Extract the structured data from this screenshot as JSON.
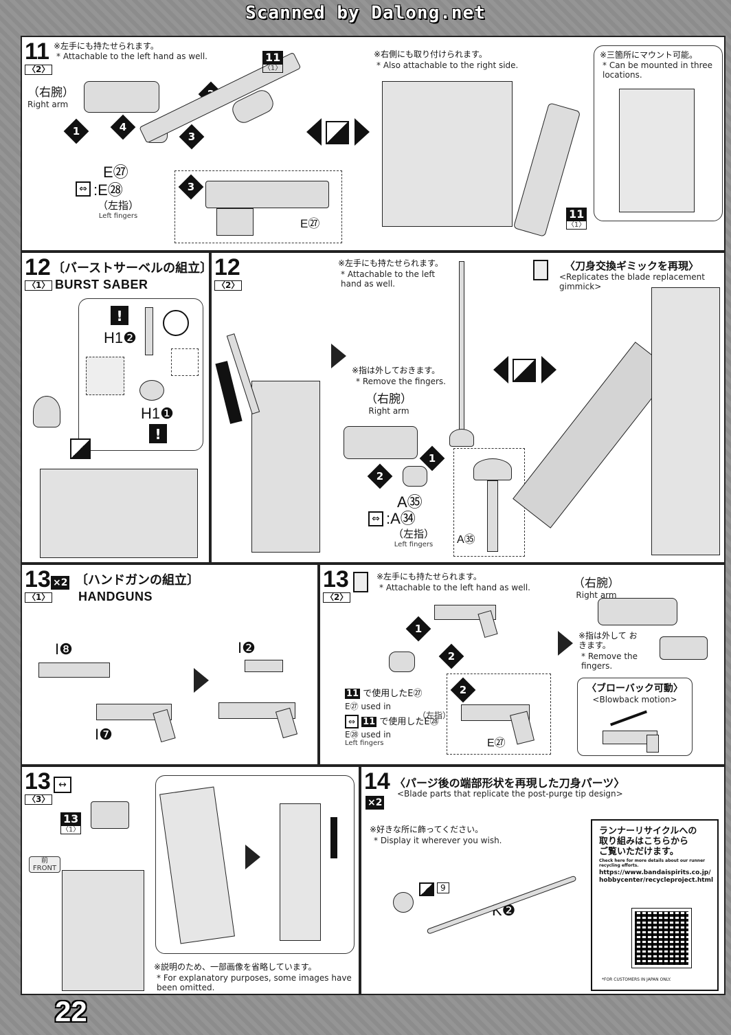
{
  "header": {
    "scanned": "Scanned by Dalong.net"
  },
  "page_number": "22",
  "step11_2": {
    "step": "11",
    "sub": "〈2〉",
    "note_jp": "※左手にも持たせられます。",
    "note_en": "* Attachable to the left hand as well.",
    "arm_jp": "（右腕）",
    "arm_en": "Right arm",
    "part1": "E㉗",
    "part2": ":E㉘",
    "fingers_jp": "（左指）",
    "fingers_en": "Left fingers",
    "ref_step": "11",
    "ref_sub": "〈1〉",
    "inset_part": "E㉗",
    "right_note_jp": "※右側にも取り付けられます。",
    "right_note_en": "* Also attachable to the right side.",
    "mount_jp": "※三箇所にマウント可能。",
    "mount_en": "* Can be mounted in three locations.",
    "ref2_step": "11",
    "ref2_sub": "〈1〉"
  },
  "step12_1": {
    "step": "12",
    "sub": "〈1〉",
    "title_jp": "〔バーストサーベルの組立〕",
    "title_en": "BURST SABER",
    "part1": "H1❷",
    "part2": "H1❶"
  },
  "step12_2": {
    "step": "12",
    "sub": "〈2〉",
    "note_jp": "※左手にも持たせられます。",
    "note_en": "* Attachable to the left hand as well.",
    "remove_jp": "※指は外しておきます。",
    "remove_en": "* Remove the fingers.",
    "arm_jp": "（右腕）",
    "arm_en": "Right arm",
    "part1": "A㉟",
    "part2": ":A㉞",
    "fingers_jp": "（左指）",
    "fingers_en": "Left fingers",
    "inset_part": "A㉟",
    "gimmick_jp": "〈刀身交換ギミックを再現〉",
    "gimmick_en": "<Replicates the blade replacement gimmick>"
  },
  "step13_1": {
    "step": "13",
    "sub": "〈1〉",
    "mult": "×2",
    "title_jp": "〔ハンドガンの組立〕",
    "title_en": "HANDGUNS",
    "part1": "I❽",
    "part2": "I❼",
    "part3": "I❷"
  },
  "step13_2": {
    "step": "13",
    "sub": "〈2〉",
    "note_jp": "※左手にも持たせられます。",
    "note_en": "* Attachable to the left hand as well.",
    "used_jp": "で使用したE㉗",
    "used_en": "E㉗ used in",
    "used2_jp": "で使用したE㉘",
    "used2_en": "E㉘ used in",
    "left_jp": "（左指）",
    "left_en": "Left fingers",
    "inset_part": "E㉗",
    "arm_jp": "（右腕）",
    "arm_en": "Right arm",
    "remove_jp": "※指は外して おきます。",
    "remove_en": "* Remove the fingers.",
    "blowback_jp": "〈ブローバック可動〉",
    "blowback_en": "<Blowback motion>"
  },
  "step13_3": {
    "step": "13",
    "sub": "〈3〉",
    "ref_step": "13",
    "ref_sub": "〈1〉",
    "front_jp": "前",
    "front_en": "FRONT",
    "omit_jp": "※説明のため、一部画像を省略しています。",
    "omit_en": "* For explanatory purposes, some images have been omitted."
  },
  "step14": {
    "step": "14",
    "mult": "×2",
    "title_jp": "〈パージ後の端部形状を再現した刀身パーツ〉",
    "title_en": "<Blade parts that replicate the post-purge tip design>",
    "note_jp": "※好きな所に飾ってください。",
    "note_en": "* Display it wherever you wish.",
    "sticker": "9",
    "part": "K❷"
  },
  "recycle": {
    "jp1": "ランナーリサイクルへの",
    "jp2": "取り組みはこちらから",
    "jp3": "ご覧いただけます。",
    "en": "Check here for more details about our runner recycling efforts.",
    "url1": "https://www.bandaispirits.co.jp/",
    "url2": "hobbycenter/recycleproject.html",
    "foot": "*FOR CUSTOMERS IN JAPAN ONLY."
  }
}
